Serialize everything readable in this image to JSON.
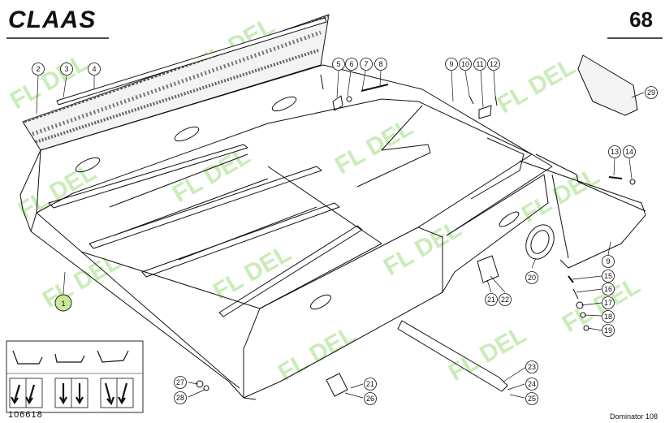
{
  "header": {
    "brand": "CLAAS",
    "page_number": "68"
  },
  "watermark": "FL DEL",
  "footer": {
    "drawing_number": "106618",
    "model": "Dominator 108"
  },
  "callouts": [
    "1",
    "2",
    "3",
    "4",
    "5",
    "6",
    "7",
    "8",
    "9",
    "10",
    "11",
    "12",
    "13",
    "14",
    "15",
    "16",
    "17",
    "18",
    "19",
    "20",
    "21",
    "22",
    "23",
    "24",
    "25",
    "26",
    "27",
    "28",
    "29"
  ],
  "colors": {
    "ink": "#111111",
    "watermark": "#b8e6a0",
    "highlight": "#c8e89a"
  }
}
